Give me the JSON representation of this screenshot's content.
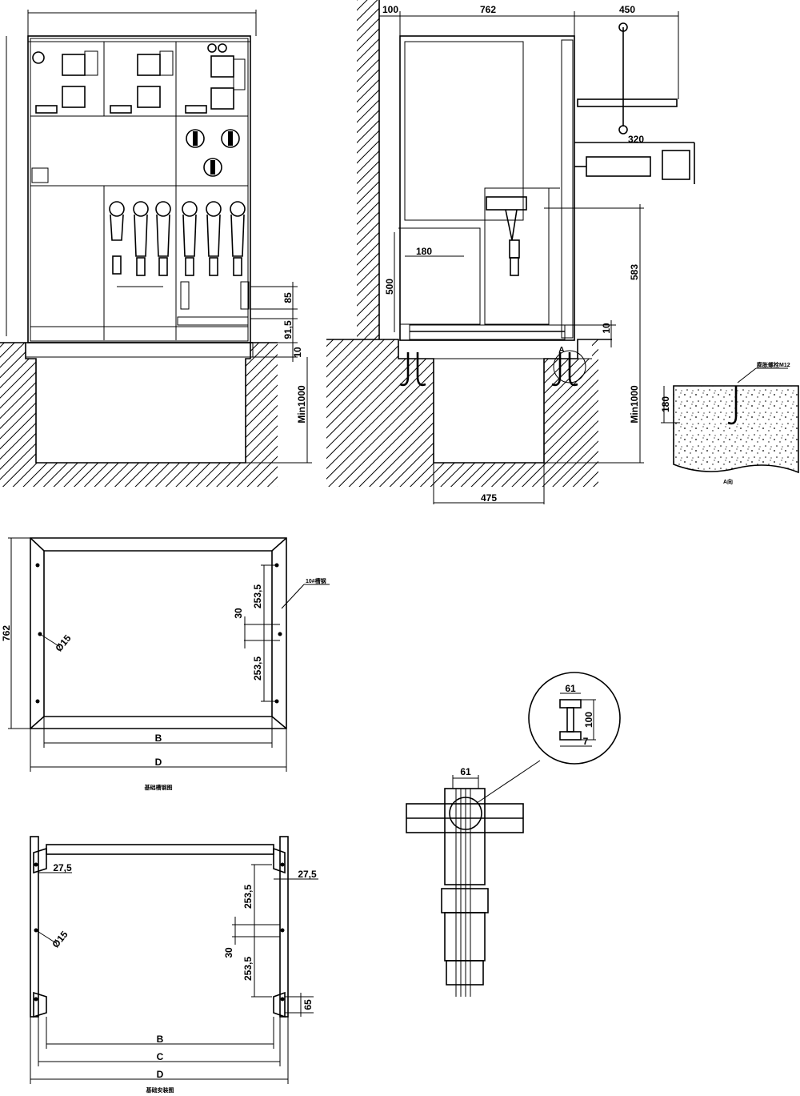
{
  "front_view": {
    "dims": {
      "floor_gap": "10",
      "pit_depth": "Min1000",
      "plinth": "91,5",
      "handle": "85"
    }
  },
  "side_view": {
    "dims": {
      "wall_gap": "100",
      "depth": "762",
      "operating_space": "450",
      "handle_reach": "320",
      "bushing_height": "583",
      "floor_offset": "10",
      "pit_depth": "Min1000",
      "pit_width": "475",
      "compartment_height": "500",
      "compartment_width": "180",
      "anchor_label": "A"
    }
  },
  "detail_a": {
    "label": "A向",
    "depth": "180",
    "anchor": "膨胀螺栓M12"
  },
  "base_plan_1": {
    "dims": {
      "depth": "762",
      "hole": "Ø15",
      "slot": "30",
      "spacing_top": "253,5",
      "spacing_bottom": "253,5",
      "inner_width": "B",
      "outer_width": "D"
    },
    "note": "10#槽钢",
    "caption": "基础槽钢图"
  },
  "base_plan_2": {
    "dims": {
      "edge_left": "27,5",
      "edge_right": "27,5",
      "hole": "Ø15",
      "slot": "30",
      "spacing_top": "253,5",
      "spacing_bottom": "253,5",
      "foot": "65",
      "width_b": "B",
      "width_c": "C",
      "width_d": "D"
    },
    "caption": "基础安装图"
  },
  "channel_section": {
    "dims": {
      "width": "61",
      "height": "100",
      "thickness": "7",
      "body_width": "61"
    }
  }
}
